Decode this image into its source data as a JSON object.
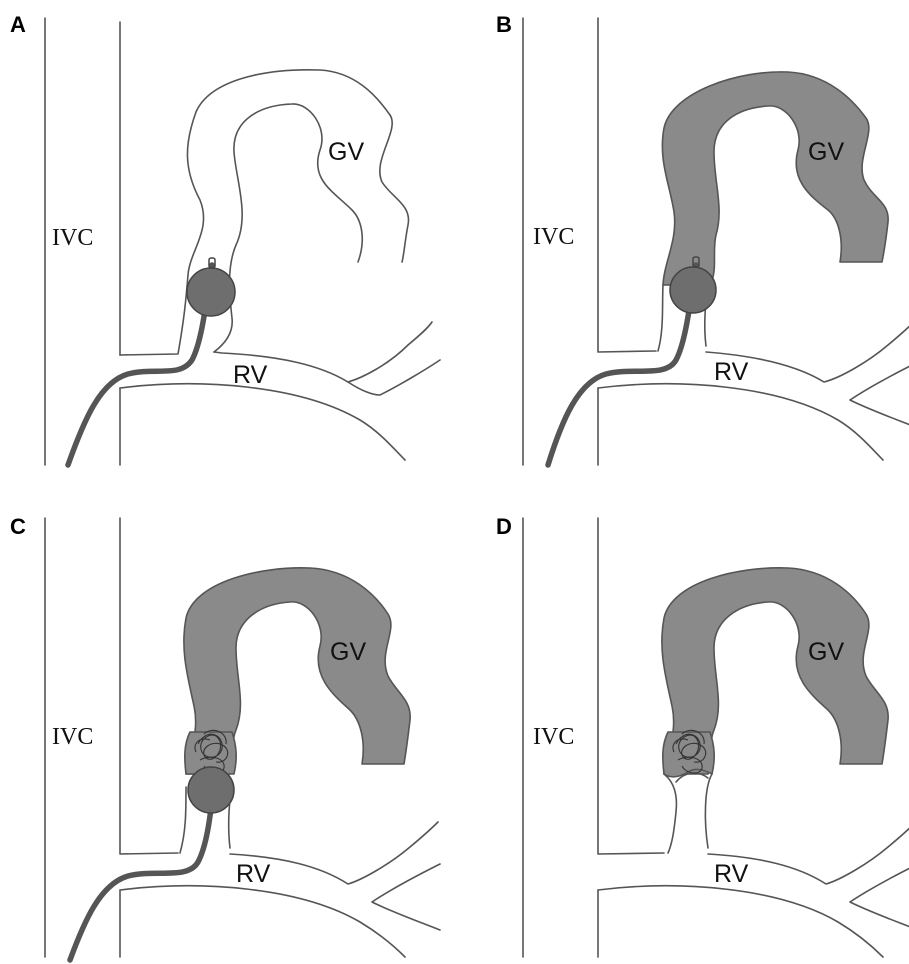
{
  "colors": {
    "background": "#ffffff",
    "line": "#555555",
    "contrast_fill": "#8a8a8a",
    "balloon_fill": "#6e6e6e",
    "catheter": "#555555"
  },
  "panels": [
    {
      "letter": "A",
      "labels": {
        "ivc": "IVC",
        "gv": "GV",
        "rv": "RV"
      },
      "gv_filled": false,
      "balloon": true,
      "catheter": true,
      "coils": false
    },
    {
      "letter": "B",
      "labels": {
        "ivc": "IVC",
        "gv": "GV",
        "rv": "RV"
      },
      "gv_filled": true,
      "balloon": true,
      "catheter": true,
      "coils": false
    },
    {
      "letter": "C",
      "labels": {
        "ivc": "IVC",
        "gv": "GV",
        "rv": "RV"
      },
      "gv_filled": true,
      "balloon": true,
      "catheter": true,
      "coils": true
    },
    {
      "letter": "D",
      "labels": {
        "ivc": "IVC",
        "gv": "GV",
        "rv": "RV"
      },
      "gv_filled": true,
      "balloon": false,
      "catheter": false,
      "coils": true
    }
  ]
}
